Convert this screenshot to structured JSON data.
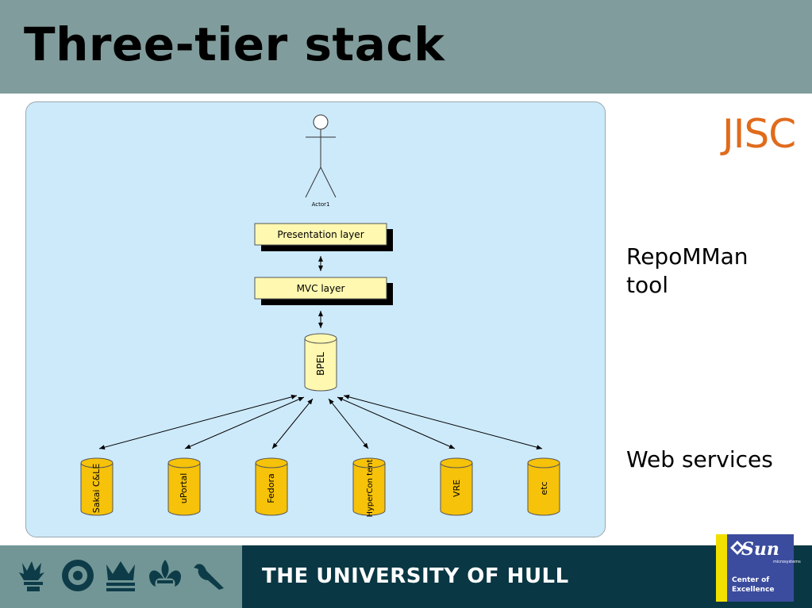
{
  "slide": {
    "title": "Three-tier stack",
    "side_label_top": "RepoMMan tool",
    "side_label_bottom": "Web services",
    "logo_text": "JISC",
    "footer_text": "THE UNIVERSITY OF HULL"
  },
  "diagram": {
    "actor_label": "Actor1",
    "presentation_label": "Presentation layer",
    "mvc_label": "MVC layer",
    "bpel_label": "BPEL",
    "services": [
      "Sakai C&LE",
      "uPortal",
      "Fedora",
      "HyperCon tent",
      "VRE",
      "etc"
    ]
  },
  "sun_badge": {
    "logo": "Sun",
    "sub": "microsystems",
    "line1": "Center of",
    "line2": "Excellence"
  },
  "colors": {
    "header": "#819c9c",
    "diagram_bg": "#cdeafb",
    "box_fill": "#fff8b0",
    "cylinder_fill": "#f6c20a",
    "footer_dark": "#093744",
    "footer_light": "#729696",
    "jisc": "#e06b1c"
  }
}
